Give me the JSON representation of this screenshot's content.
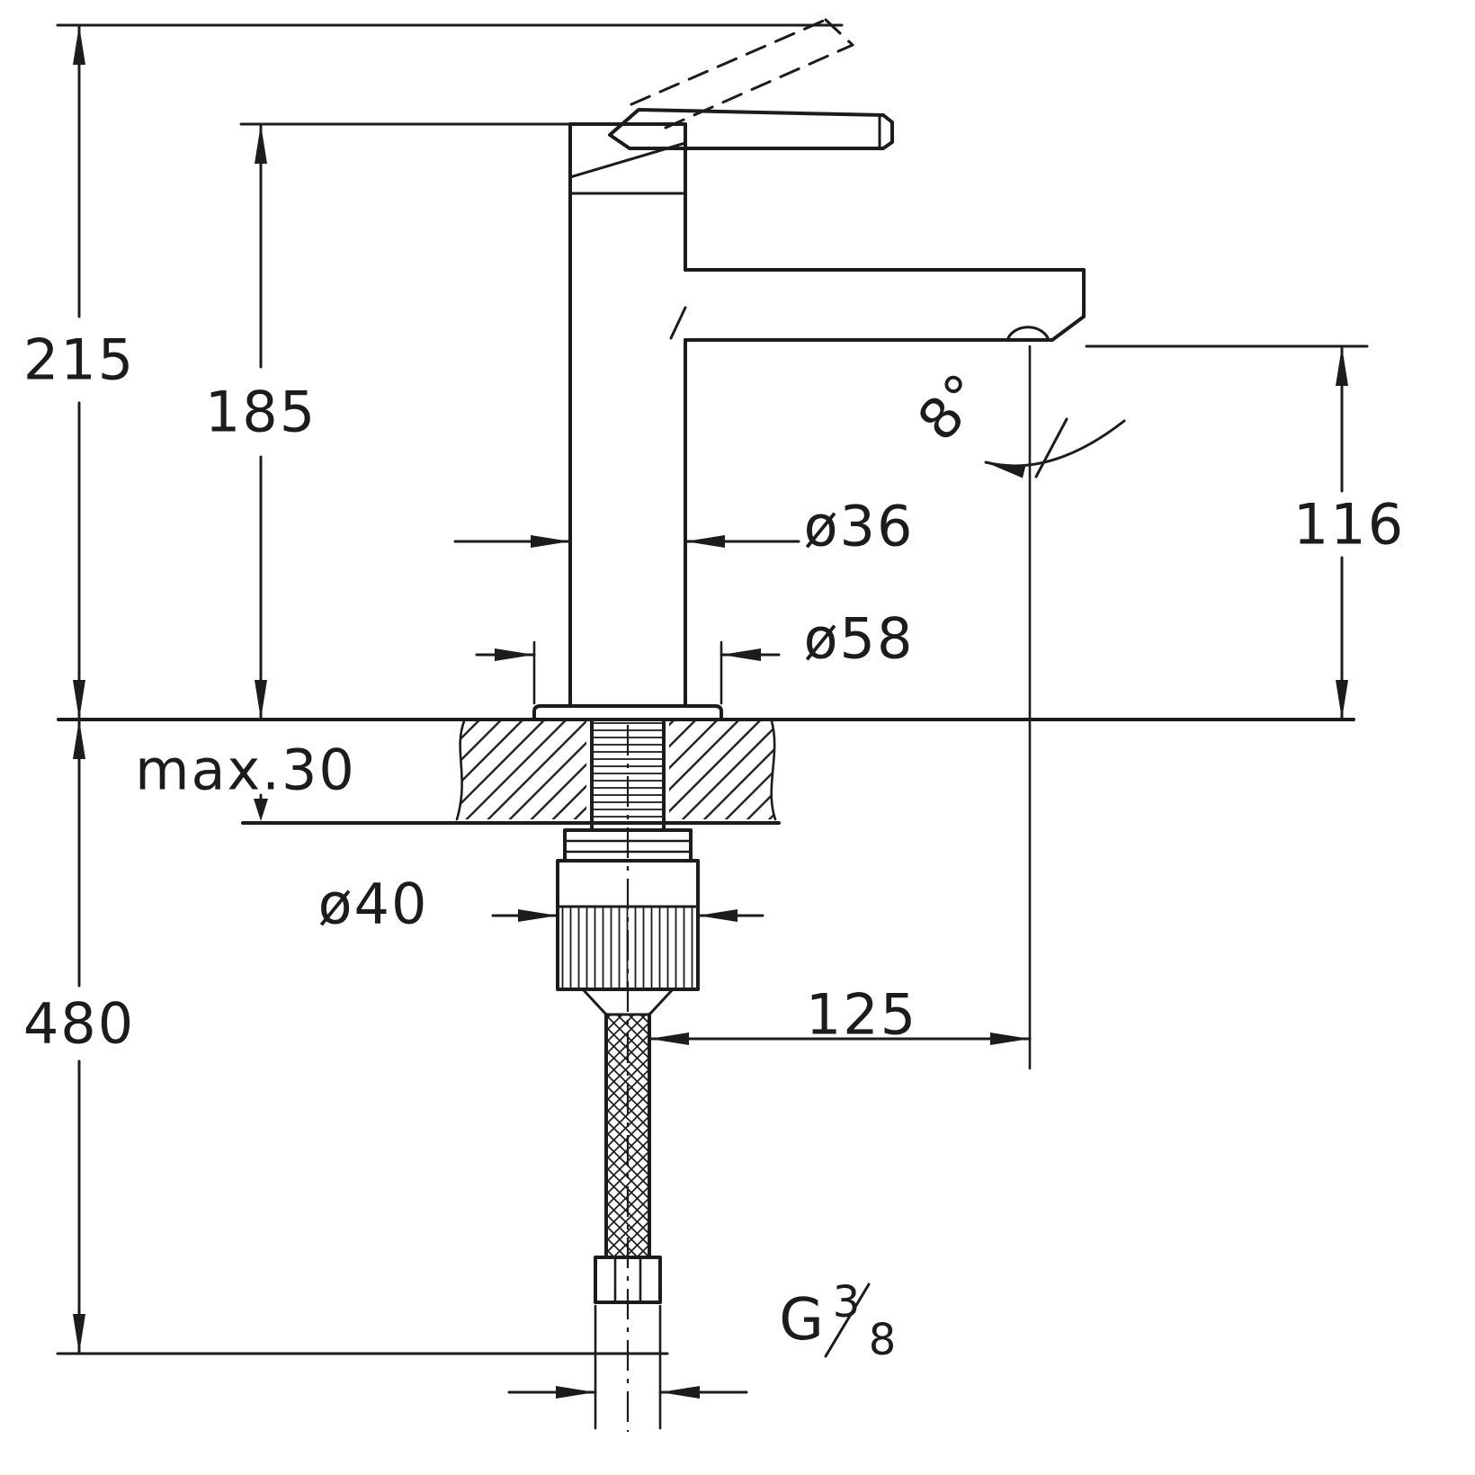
{
  "dimensions": {
    "overall_height": "215",
    "body_height": "185",
    "spout_height": "116",
    "spout_reach": "125",
    "body_diameter": "ø36",
    "base_diameter": "ø58",
    "nut_diameter": "ø40",
    "max_counter_thickness": "max.30",
    "hose_length": "480",
    "spout_angle": "8°",
    "thread": {
      "prefix": "G",
      "numerator": "3",
      "denominator": "8"
    }
  }
}
